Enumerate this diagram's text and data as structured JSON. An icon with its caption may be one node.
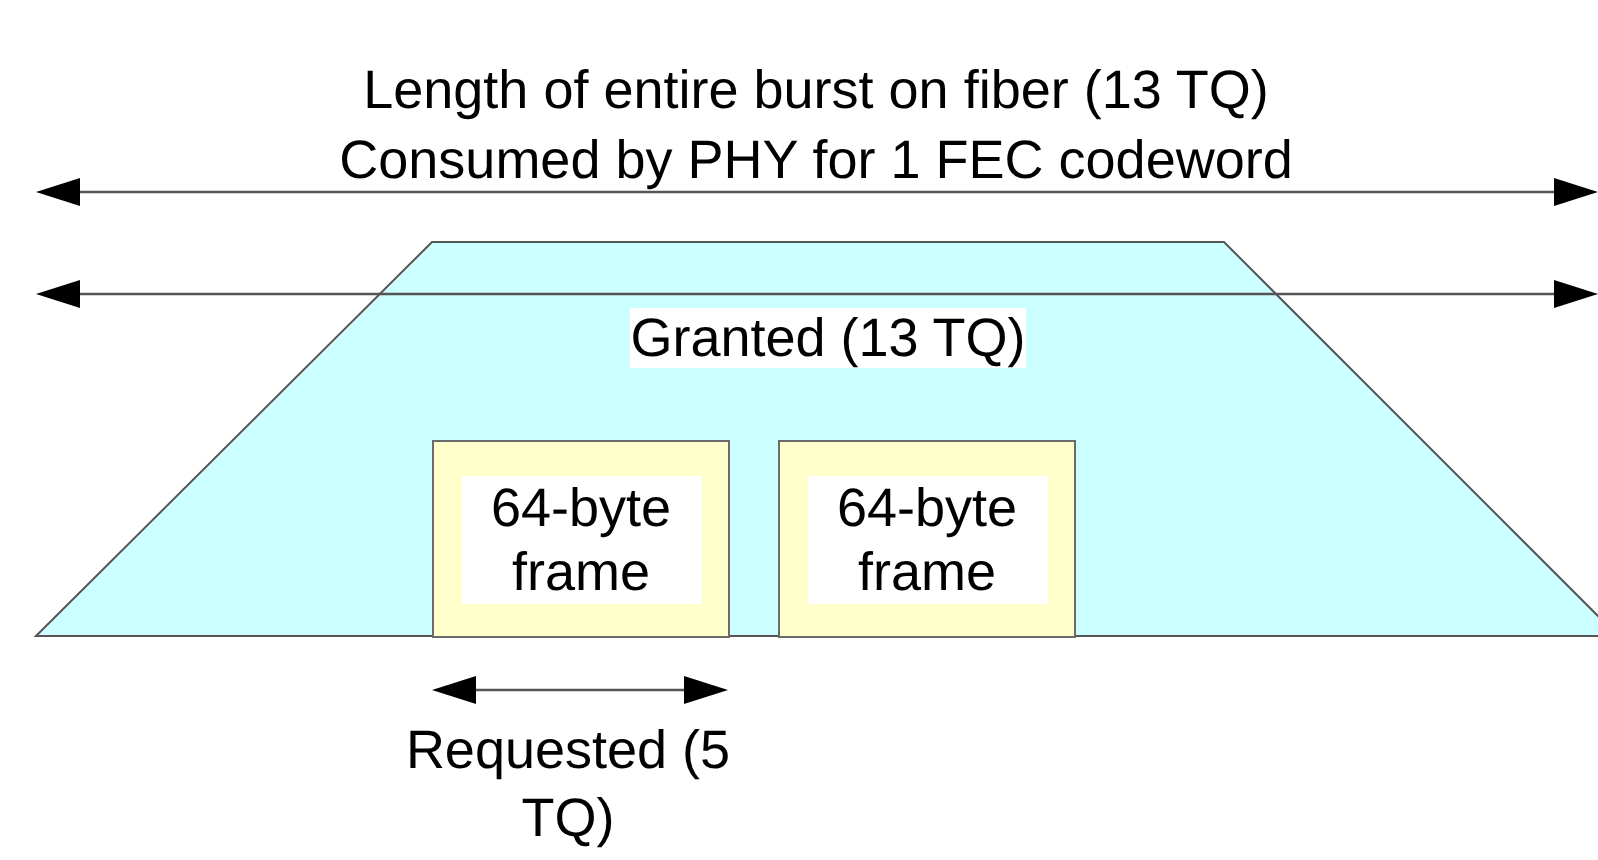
{
  "diagram": {
    "nodes": [
      {
        "text": [
          "Granted (13 TQ)"
        ]
      },
      {
        "text": [
          "64-byte frame"
        ],
        "in": 0
      },
      {
        "text": [
          "64-byte frame"
        ],
        "in": 0
      }
    ],
    "labels": [
      "Length of entire burst on fiber (13 TQ)",
      "Consumed by PHY for 1 FEC codeword",
      "Requested (5 TQ)"
    ]
  }
}
